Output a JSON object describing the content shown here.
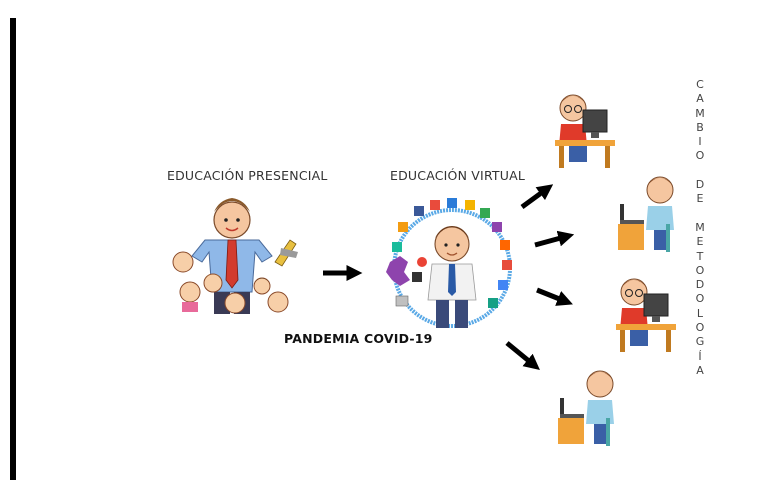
{
  "labels": {
    "presencial": "EDUCACIÓN PRESENCIAL",
    "virtual": "EDUCACIÓN VIRTUAL",
    "pandemia": "PANDEMIA COVID-19"
  },
  "vertical_text": [
    "C",
    "A",
    "M",
    "B",
    "I",
    "O",
    "",
    "D",
    "E",
    "",
    "M",
    "E",
    "T",
    "O",
    "D",
    "O",
    "L",
    "O",
    "G",
    "Í",
    "A"
  ],
  "colors": {
    "text": "#333333",
    "arrow": "#000000",
    "circle": "#5aa9e6",
    "shirt_blue": "#8fb8e8",
    "tie_red": "#d23b2e",
    "desk": "#f0a33a",
    "monitor": "#444444",
    "student_shirt": "#e03a2a",
    "student_pants": "#3a5fa6"
  },
  "icons": [
    "teacher-kids-icon",
    "teacher-apps-icon",
    "student-computer-icon"
  ]
}
